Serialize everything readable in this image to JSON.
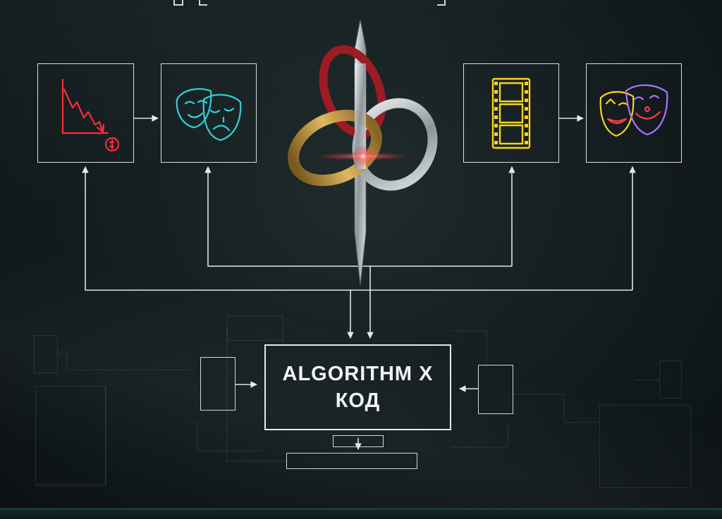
{
  "center_box": {
    "line1": "ALGORITHM X",
    "line2": "КОД"
  },
  "icons": {
    "box1": "declining-chart-icon",
    "box2": "theater-masks-icon",
    "box3": "film-strip-icon",
    "box4": "comedy-tragedy-masks-icon",
    "center": "interlocked-rings-dagger-emblem"
  },
  "colors": {
    "red_neon": "#ff2a3a",
    "cyan_neon": "#2fd3d8",
    "yellow_neon": "#ffd21f",
    "purple_neon": "#b070ff",
    "line": "#dfe4e4"
  }
}
